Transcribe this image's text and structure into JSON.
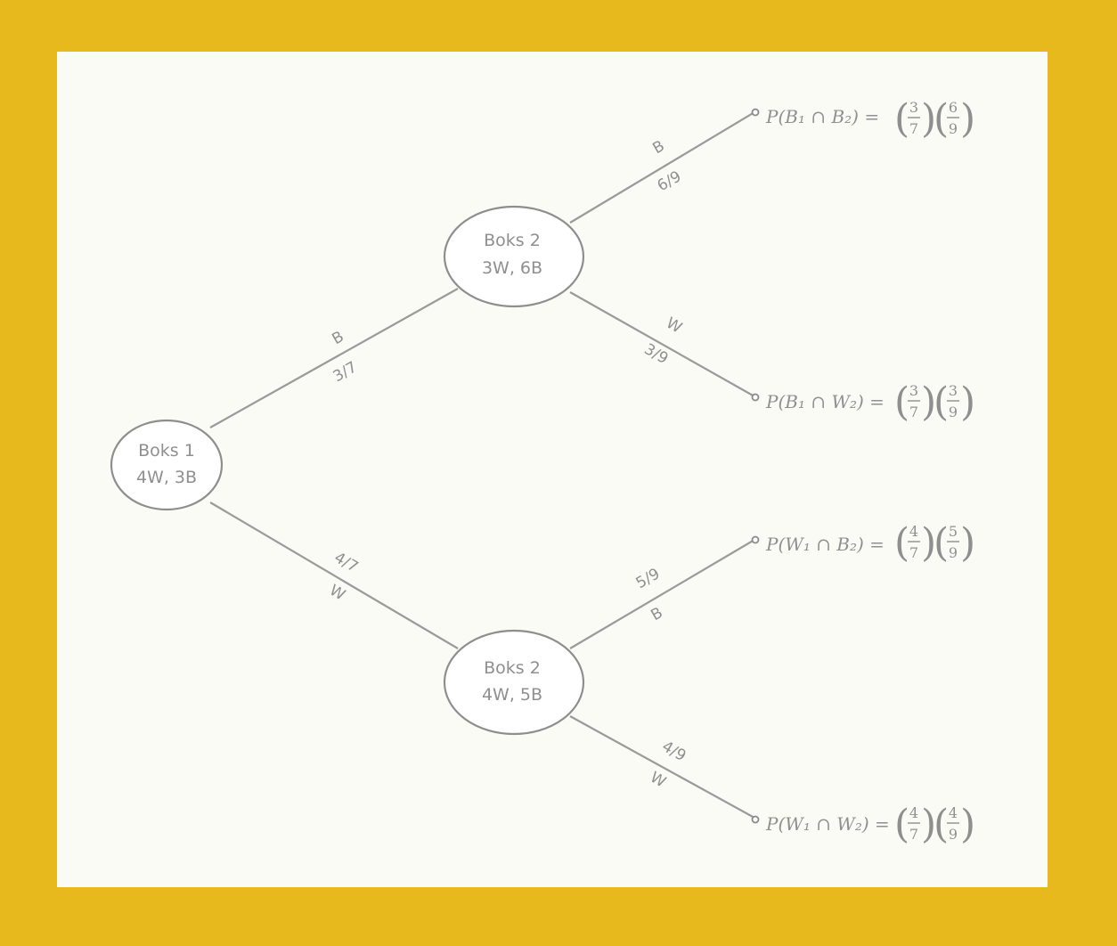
{
  "nodes": {
    "box1": {
      "title": "Boks 1",
      "content": "4W, 3B"
    },
    "box2_top": {
      "title": "Boks 2",
      "content": "3W, 6B"
    },
    "box2_bottom": {
      "title": "Boks 2",
      "content": "4W, 5B"
    }
  },
  "branches": {
    "b1_top": {
      "event": "B",
      "prob": "3/7"
    },
    "b1_bottom": {
      "event": "W",
      "prob": "4/7"
    },
    "top_up": {
      "event": "B",
      "prob": "6/9"
    },
    "top_down": {
      "event": "W",
      "prob": "3/9"
    },
    "bottom_up": {
      "event": "B",
      "prob": "5/9"
    },
    "bottom_down": {
      "event": "W",
      "prob": "4/9"
    }
  },
  "outcomes": [
    {
      "label": "P(B₁ ∩ B₂) =",
      "f1": {
        "num": "3",
        "den": "7"
      },
      "f2": {
        "num": "6",
        "den": "9"
      }
    },
    {
      "label": "P(B₁ ∩ W₂) =",
      "f1": {
        "num": "3",
        "den": "7"
      },
      "f2": {
        "num": "3",
        "den": "9"
      }
    },
    {
      "label": "P(W₁ ∩ B₂) =",
      "f1": {
        "num": "4",
        "den": "7"
      },
      "f2": {
        "num": "5",
        "den": "9"
      }
    },
    {
      "label": "P(W₁ ∩ W₂) =",
      "f1": {
        "num": "4",
        "den": "7"
      },
      "f2": {
        "num": "4",
        "den": "9"
      }
    }
  ]
}
